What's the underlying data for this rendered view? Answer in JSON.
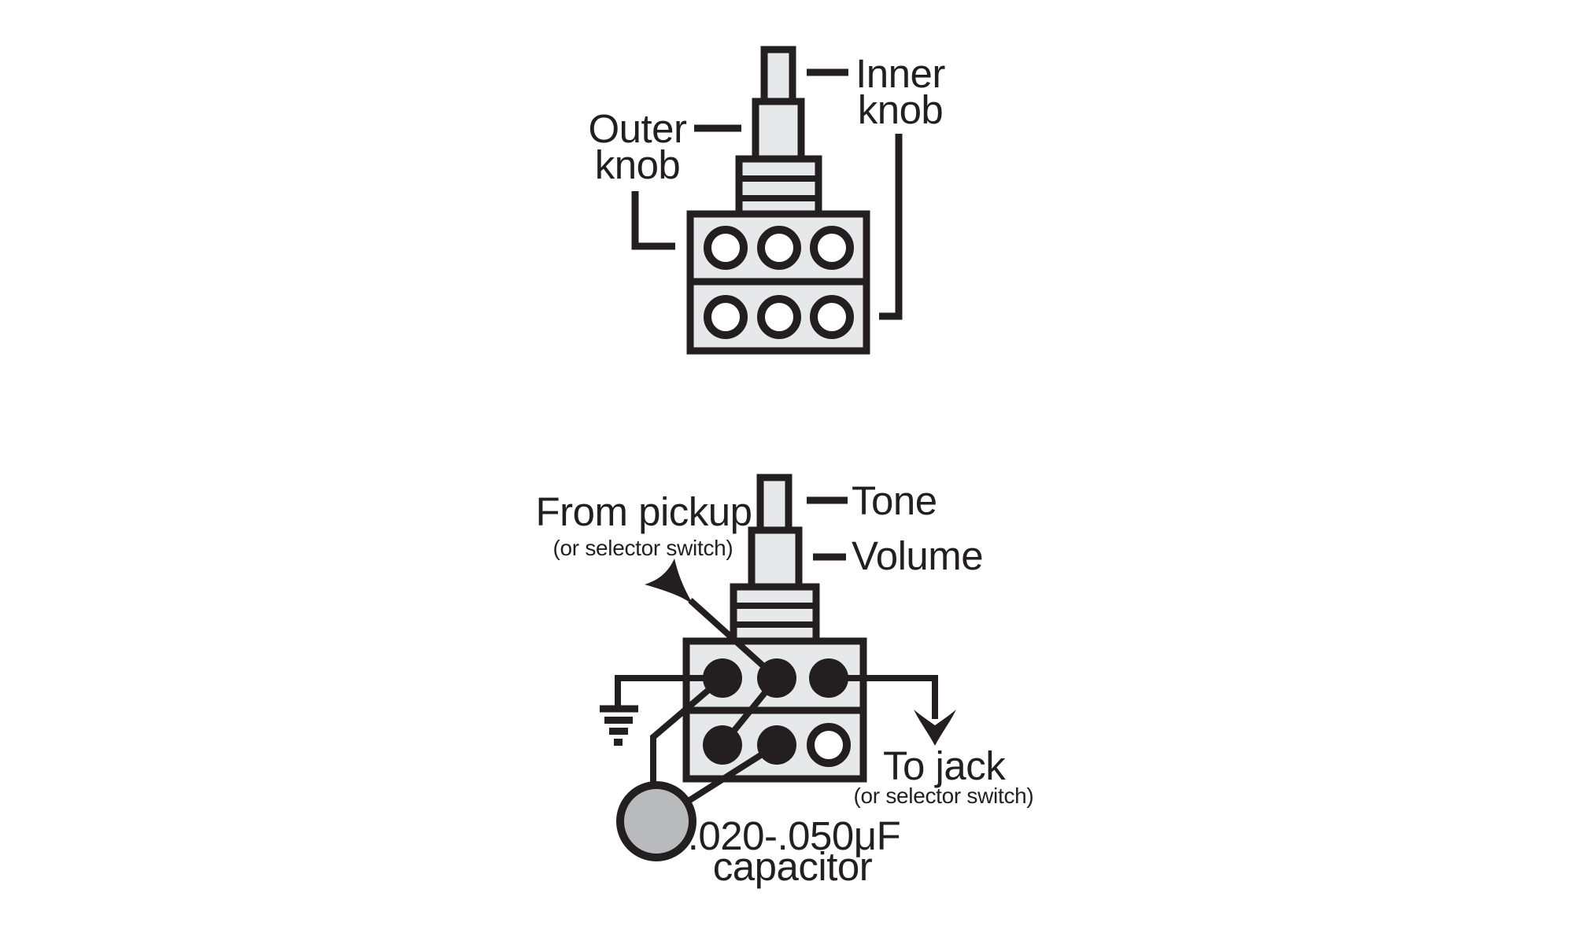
{
  "figure": {
    "description": "Concentric (stacked) potentiometer diagram: knob identification and tone/volume wiring",
    "colors": {
      "ink": "#231f20",
      "pot_fill": "#e7e8ea",
      "cap_fill": "#b9babc",
      "hole_fill": "#ffffff",
      "background": "#ffffff"
    },
    "top_diagram": {
      "outer_knob_label": {
        "line1": "Outer",
        "line2": "knob"
      },
      "inner_knob_label": {
        "line1": "Inner",
        "line2": "knob"
      }
    },
    "bottom_diagram": {
      "from_pickup_label": "From pickup",
      "from_pickup_sublabel": "(or selector switch)",
      "tone_label": "Tone",
      "volume_label": "Volume",
      "to_jack_label": "To jack",
      "to_jack_sublabel": "(or selector switch)",
      "capacitor_label": {
        "line1": ".020-.050μF",
        "line2": "capacitor"
      }
    }
  }
}
